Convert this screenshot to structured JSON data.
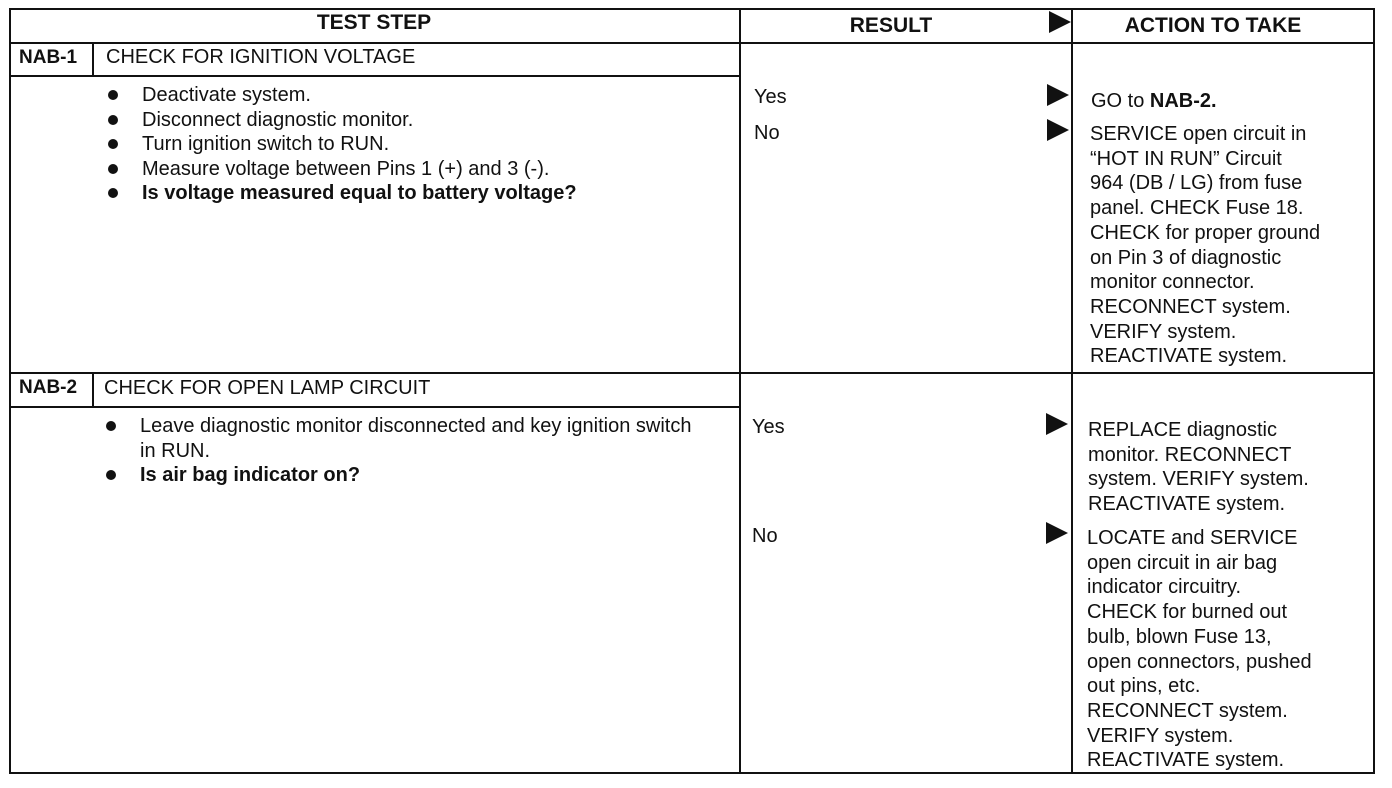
{
  "header": {
    "test_step": "TEST STEP",
    "result": "RESULT",
    "action": "ACTION TO TAKE"
  },
  "tests": [
    {
      "id": "NAB-1",
      "title": "CHECK FOR IGNITION VOLTAGE",
      "steps": [
        "Deactivate system.",
        "Disconnect diagnostic monitor.",
        "Turn ignition switch to RUN.",
        "Measure voltage between Pins 1 (+) and 3 (-).",
        "Is voltage measured equal to battery voltage?"
      ],
      "results": [
        {
          "result": "Yes",
          "action_prefix": "GO to ",
          "action_bold": "NAB-2.",
          "action": ""
        },
        {
          "result": "No",
          "action_prefix": "",
          "action_bold": "",
          "action": "SERVICE open circuit in\n“HOT IN RUN” Circuit\n964 (DB / LG) from fuse\npanel. CHECK Fuse 18.\nCHECK for proper ground\non Pin 3 of diagnostic\nmonitor connector.\nRECONNECT system.\nVERIFY system.\nREACTIVATE system."
        }
      ]
    },
    {
      "id": "NAB-2",
      "title": "CHECK FOR OPEN LAMP CIRCUIT",
      "steps": [
        "Leave diagnostic monitor disconnected and key ignition switch in RUN.",
        "Is air bag indicator on?"
      ],
      "results": [
        {
          "result": "Yes",
          "action": "REPLACE diagnostic\nmonitor. RECONNECT\nsystem. VERIFY system.\nREACTIVATE system."
        },
        {
          "result": "No",
          "action": "LOCATE and SERVICE\nopen circuit in air bag\nindicator circuitry.\nCHECK for burned out\nbulb, blown Fuse 13,\nopen connectors, pushed\nout pins, etc.\nRECONNECT system.\nVERIFY system.\nREACTIVATE system."
        }
      ]
    }
  ]
}
